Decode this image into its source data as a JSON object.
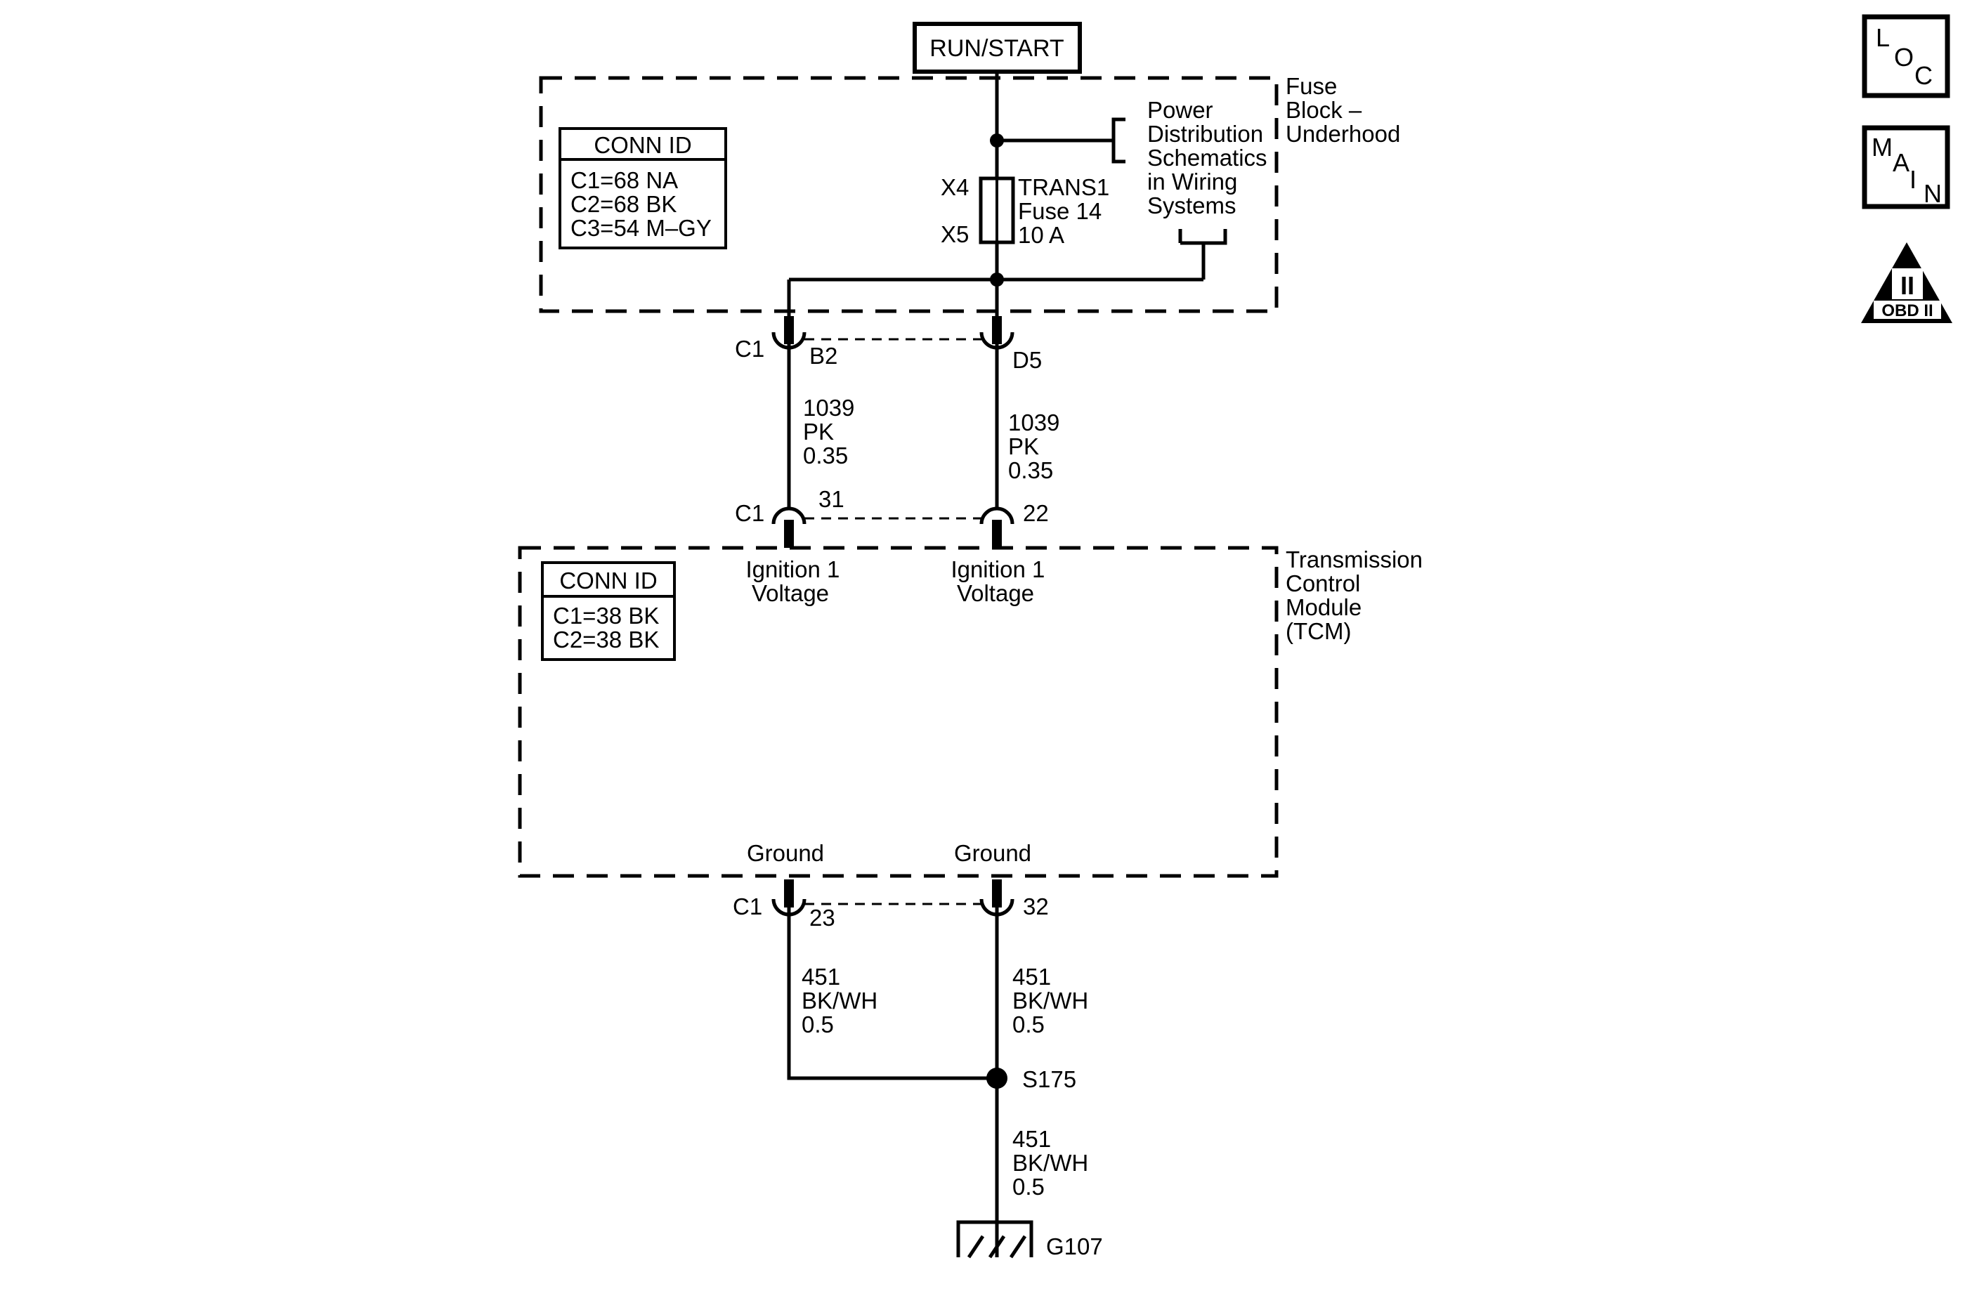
{
  "power_source": "RUN/START",
  "fuse_block": {
    "label_lines": [
      "Fuse",
      "Block –",
      "Underhood"
    ],
    "conn_id": {
      "title": "CONN ID",
      "lines": [
        "C1=68 NA",
        "C2=68 BK",
        "C3=54 M–GY"
      ]
    },
    "fuse": {
      "name": "TRANS1",
      "number": "Fuse 14",
      "rating": "10 A",
      "pin_top": "X4",
      "pin_bottom": "X5"
    },
    "reference_lines": [
      "Power",
      "Distribution",
      "Schematics",
      "in Wiring",
      "Systems"
    ],
    "connector": "C1",
    "pin_left": "B2",
    "pin_right": "D5"
  },
  "wires_top": {
    "left": [
      "1039",
      "PK",
      "0.35"
    ],
    "right": [
      "1039",
      "PK",
      "0.35"
    ]
  },
  "tcm": {
    "label_lines": [
      "Transmission",
      "Control",
      "Module",
      "(TCM)"
    ],
    "conn_id": {
      "title": "CONN ID",
      "lines": [
        "C1=38 BK",
        "C2=38 BK"
      ]
    },
    "top_connector": "C1",
    "top_pin_left": "31",
    "top_pin_right": "22",
    "input_left": [
      "Ignition 1",
      "Voltage"
    ],
    "input_right": [
      "Ignition 1",
      "Voltage"
    ],
    "ground_left": "Ground",
    "ground_right": "Ground",
    "bottom_connector": "C1",
    "bottom_pin_left": "23",
    "bottom_pin_right": "32"
  },
  "wires_bottom": {
    "left": [
      "451",
      "BK/WH",
      "0.5"
    ],
    "right": [
      "451",
      "BK/WH",
      "0.5"
    ],
    "after_splice": [
      "451",
      "BK/WH",
      "0.5"
    ]
  },
  "splice": "S175",
  "ground": "G107",
  "side_icons": {
    "loc": [
      "L",
      "O",
      "C"
    ],
    "main": [
      "M",
      "A",
      "I",
      "N"
    ],
    "obd": {
      "numeral": "II",
      "label": "OBD II"
    }
  }
}
